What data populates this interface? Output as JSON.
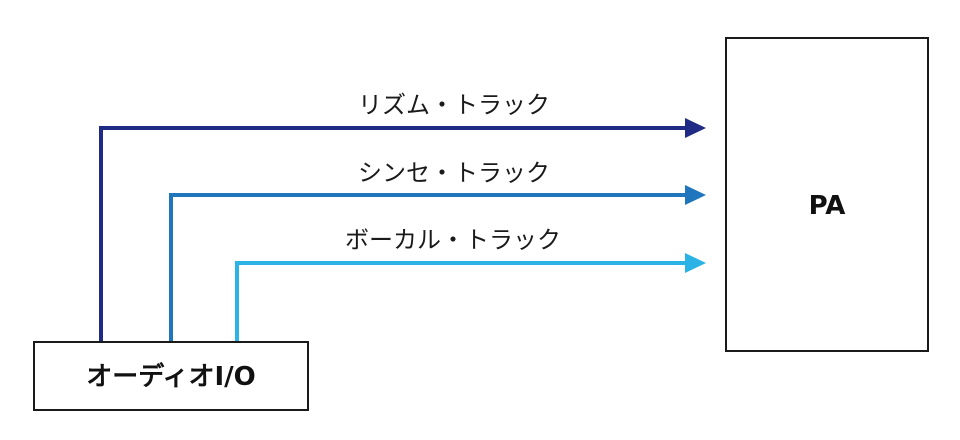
{
  "nodes": {
    "audio_io": {
      "label": "オーディオI/O"
    },
    "pa": {
      "label": "PA"
    }
  },
  "tracks": [
    {
      "label": "リズム・トラック",
      "color": "#1e2a84"
    },
    {
      "label": "シンセ・トラック",
      "color": "#1f76bd"
    },
    {
      "label": "ボーカル・トラック",
      "color": "#2bb3e6"
    }
  ]
}
